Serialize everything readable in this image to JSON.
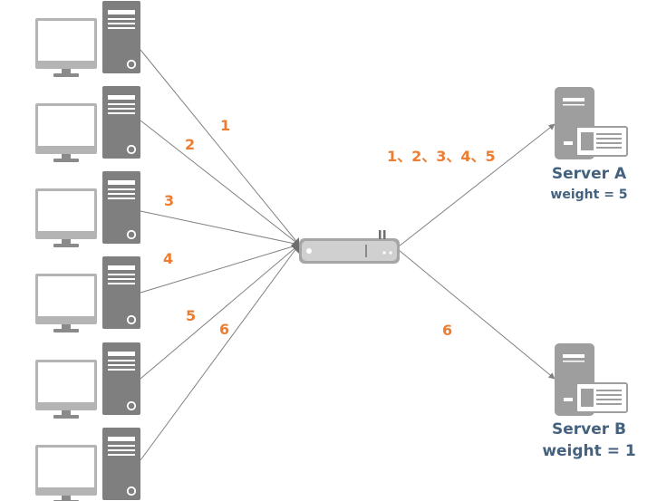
{
  "clients": [
    {
      "label": "1"
    },
    {
      "label": "2"
    },
    {
      "label": "3"
    },
    {
      "label": "4"
    },
    {
      "label": "5"
    },
    {
      "label": "6"
    }
  ],
  "servers": [
    {
      "name": "Server A",
      "weight_label": "weight = 5",
      "requests_label": "1、2、3、4、5"
    },
    {
      "name": "Server B",
      "weight_label": "weight = 1",
      "requests_label": "6"
    }
  ],
  "colors": {
    "line": "#808080",
    "number": "#ED7D31",
    "server_text": "#44627F",
    "device_gray": "#7F7F7F"
  },
  "icons": {
    "client": "monitor-icon",
    "tower": "tower-pc-icon",
    "balancer": "load-balancer-icon",
    "server": "server-icon"
  }
}
